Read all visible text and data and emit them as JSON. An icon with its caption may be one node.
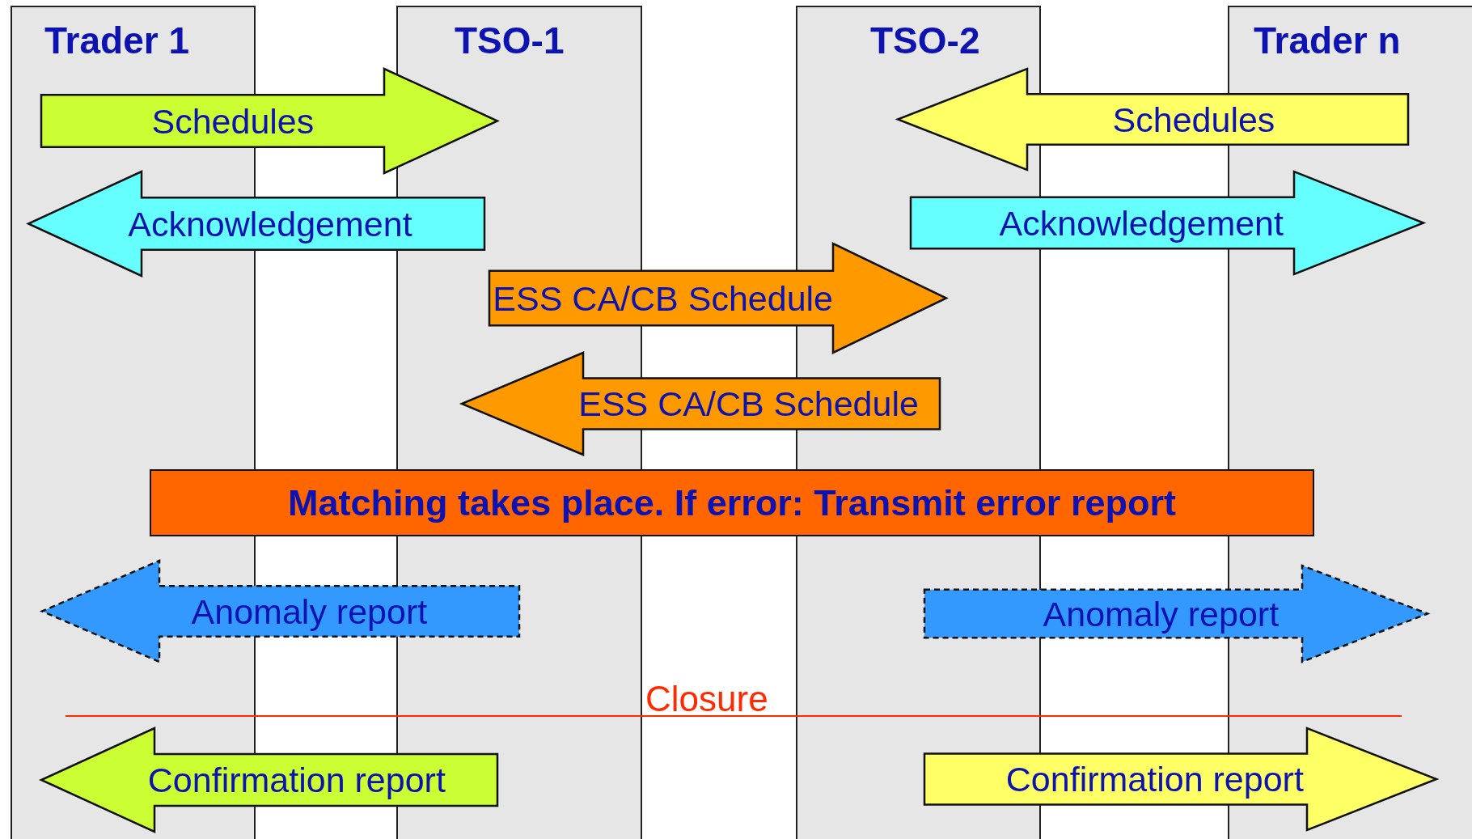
{
  "diagram": {
    "nodes": [
      {
        "text": [
          "Trader 1"
        ]
      },
      {
        "text": [
          "TSO-1"
        ]
      },
      {
        "text": [
          "TSO-2"
        ]
      },
      {
        "text": [
          "Trader n"
        ]
      },
      {
        "text": [
          "Matching takes place. If error: Transmit error report"
        ]
      }
    ],
    "edges": [
      {
        "from": 0,
        "to": 1,
        "arrow": "to",
        "label": "Schedules",
        "color": "#ccff33"
      },
      {
        "from": 3,
        "to": 2,
        "arrow": "to",
        "label": "Schedules",
        "color": "#ffff66"
      },
      {
        "from": 1,
        "to": 0,
        "arrow": "to",
        "label": "Acknowledgement",
        "color": "#66ffff"
      },
      {
        "from": 2,
        "to": 3,
        "arrow": "to",
        "label": "Acknowledgement",
        "color": "#66ffff"
      },
      {
        "from": 1,
        "to": 2,
        "arrow": "to",
        "label": "ESS CA/CB Schedule",
        "color": "#ff9900"
      },
      {
        "from": 2,
        "to": 1,
        "arrow": "to",
        "label": "ESS CA/CB Schedule",
        "color": "#ff9900"
      },
      {
        "from": 1,
        "to": 0,
        "arrow": "to",
        "label": "Anomaly report",
        "style": "dashed",
        "color": "#3399ff"
      },
      {
        "from": 2,
        "to": 3,
        "arrow": "to",
        "label": "Anomaly report",
        "style": "dashed",
        "color": "#3399ff"
      },
      {
        "from": 1,
        "to": 0,
        "arrow": "to",
        "label": "Confirmation report",
        "color": "#ccff33"
      },
      {
        "from": 2,
        "to": 3,
        "arrow": "to",
        "label": "Confirmation report",
        "color": "#ffff66"
      }
    ],
    "labels": [
      "Closure"
    ]
  }
}
